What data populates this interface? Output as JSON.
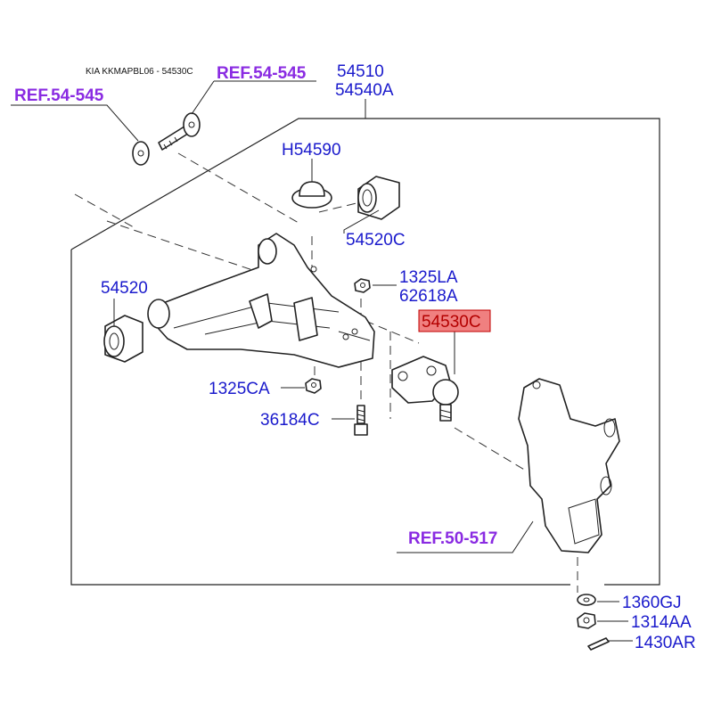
{
  "header": "KIA KKMAPBL06 - 54530C",
  "colors": {
    "part_label": "#1a1acc",
    "ref_label": "#8a2be2",
    "highlight_fill": "#f08080",
    "highlight_text": "#b40000"
  },
  "labels": {
    "ref_top": "REF.54-545",
    "ref_left": "REF.54-545",
    "p54510": "54510",
    "p54540A": "54540A",
    "pH54590": "H54590",
    "p54520C": "54520C",
    "p54520": "54520",
    "p1325LA": "1325LA",
    "p62618A": "62618A",
    "p54530C": "54530C",
    "p1325CA": "1325CA",
    "p36184C": "36184C",
    "ref_knuckle": "REF.50-517",
    "p1360GJ": "1360GJ",
    "p1314AA": "1314AA",
    "p1430AR": "1430AR"
  },
  "highlighted_part": "54530C"
}
